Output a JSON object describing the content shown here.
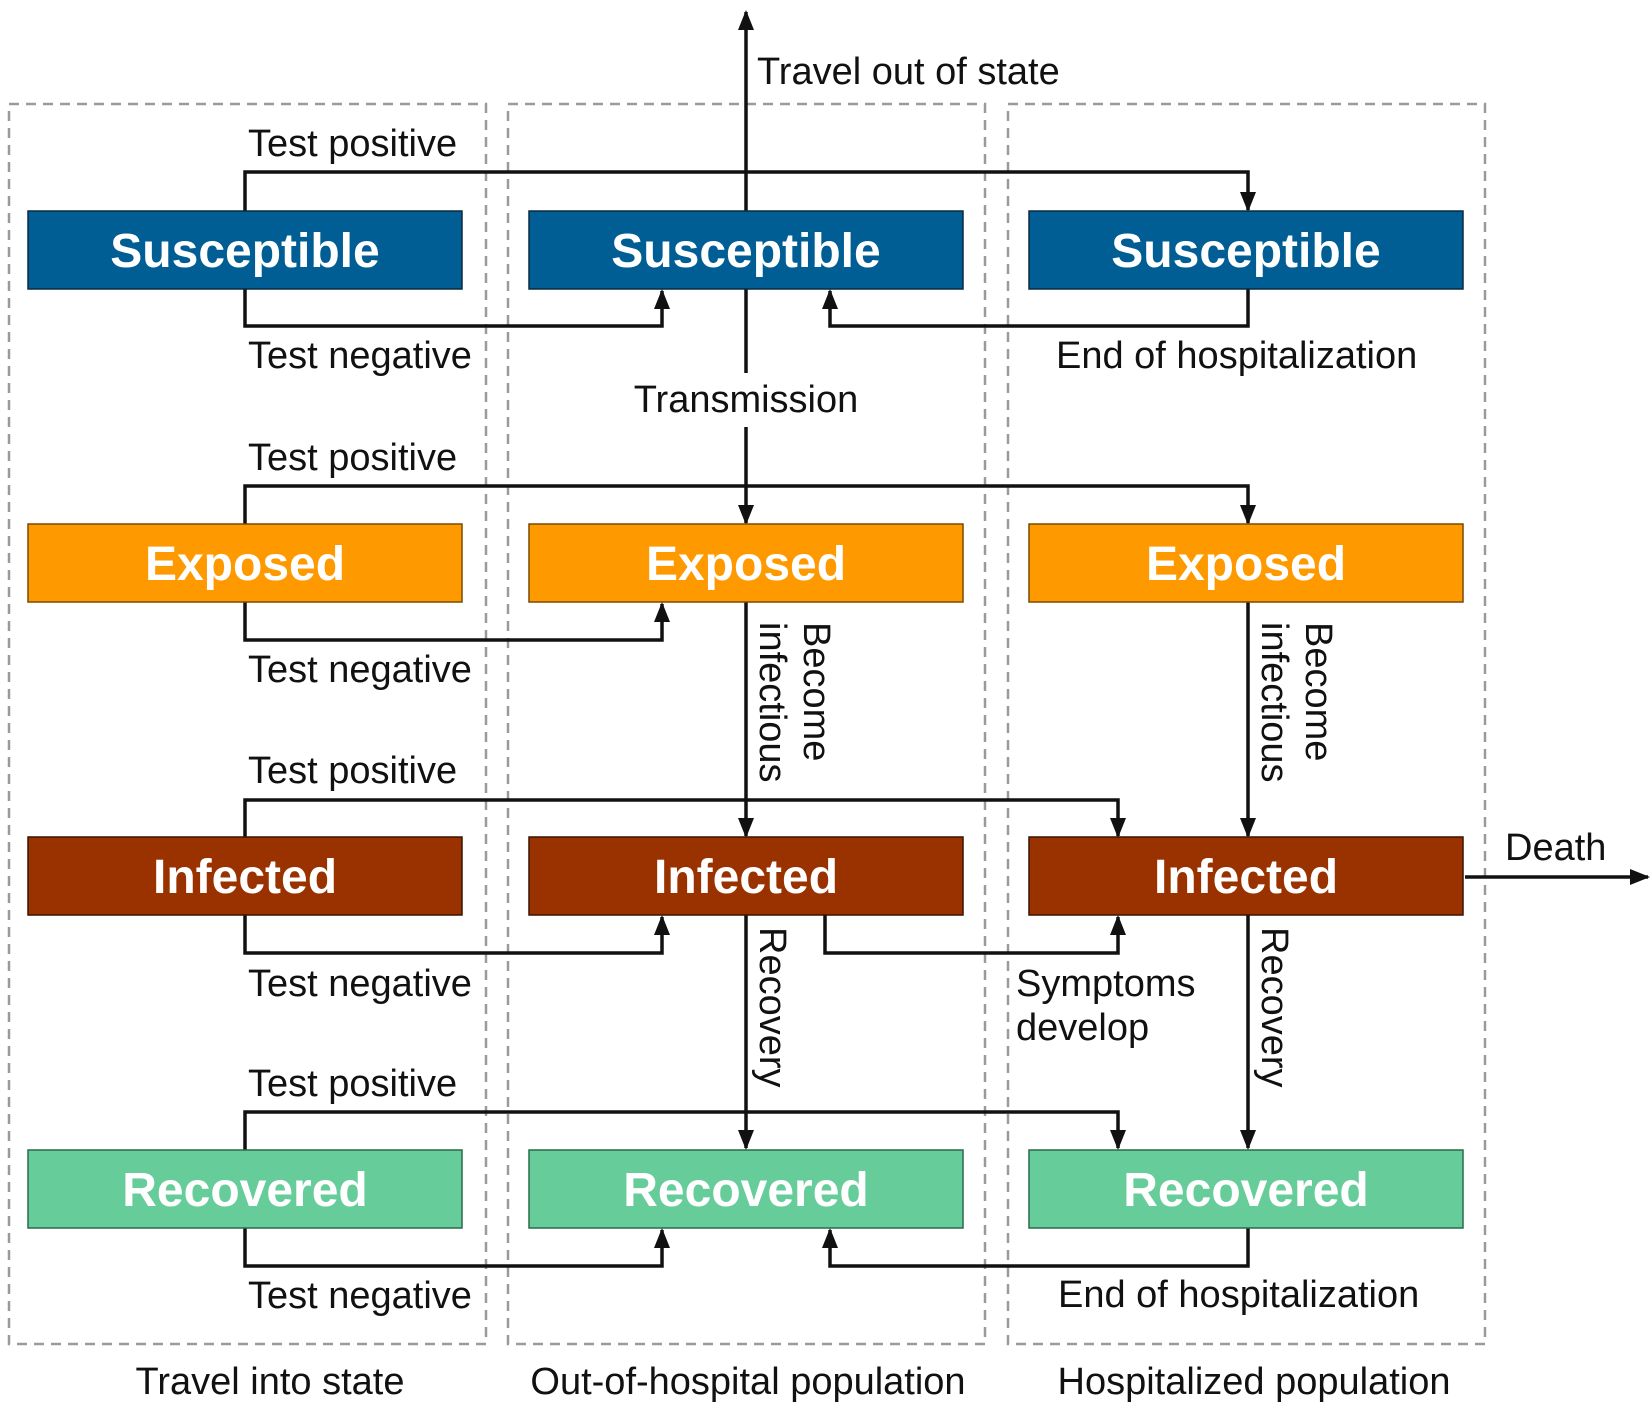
{
  "colors": {
    "susceptible": "#005e94",
    "exposed": "#ff9900",
    "infected": "#9a3200",
    "recovered": "#66cc99",
    "line": "#111111",
    "group_border": "#9a9a9a"
  },
  "states": {
    "susceptible": "Susceptible",
    "exposed": "Exposed",
    "infected": "Infected",
    "recovered": "Recovered"
  },
  "groups": {
    "travel_in": "Travel into state",
    "out_of_hospital": "Out-of-hospital population",
    "hospitalized": "Hospitalized population"
  },
  "transitions": {
    "test_positive": "Test positive",
    "test_negative": "Test negative",
    "travel_out": "Travel out of state",
    "end_hosp": "End of hospitalization",
    "transmission": "Transmission",
    "become_1": "Become",
    "become_2": "infectious",
    "recovery": "Recovery",
    "symptoms_1": "Symptoms",
    "symptoms_2": "develop",
    "death": "Death"
  }
}
